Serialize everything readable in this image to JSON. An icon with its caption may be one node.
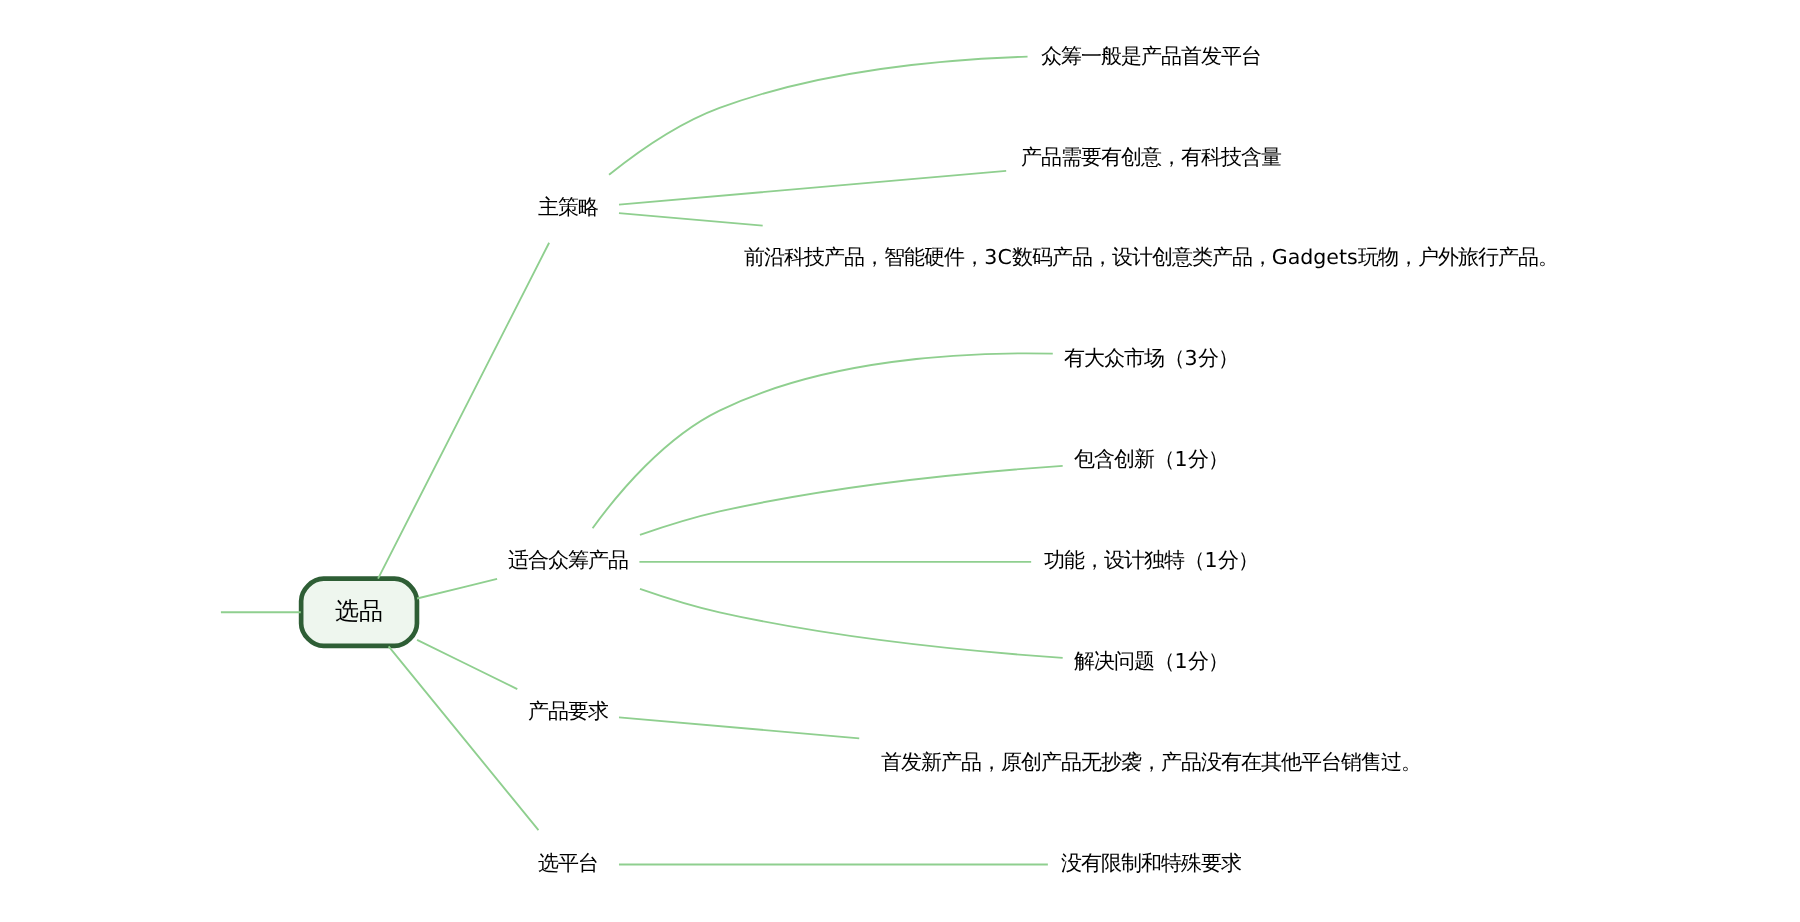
{
  "diagram": {
    "nodes": [
      {
        "text": [
          "选品"
        ]
      },
      {
        "text": [
          "主策略"
        ]
      },
      {
        "text": [
          "众筹一般是产品首发平台"
        ]
      },
      {
        "text": [
          "产品需要有创意，有科技含量"
        ]
      },
      {
        "text": [
          "前沿科技产品，智能硬件，3C数码产品，设计创意类产品，Gadgets玩物，户外旅行产品。"
        ]
      },
      {
        "text": [
          "适合众筹产品"
        ]
      },
      {
        "text": [
          "有大众市场（3分）"
        ]
      },
      {
        "text": [
          "包含创新（1分）"
        ]
      },
      {
        "text": [
          "功能，设计独特（1分）"
        ]
      },
      {
        "text": [
          "解决问题（1分）"
        ]
      },
      {
        "text": [
          "产品要求"
        ]
      },
      {
        "text": [
          "首发新产品，原创产品无抄袭，产品没有在其他平台销售过。"
        ]
      },
      {
        "text": [
          "选平台"
        ]
      },
      {
        "text": [
          "没有限制和特殊要求"
        ]
      }
    ],
    "edges": [
      {
        "from": null,
        "to": 0,
        "arrow": "none"
      },
      {
        "from": 0,
        "to": 1,
        "arrow": "none"
      },
      {
        "from": 1,
        "to": 2,
        "arrow": "none"
      },
      {
        "from": 1,
        "to": 3,
        "arrow": "none"
      },
      {
        "from": 1,
        "to": 4,
        "arrow": "none"
      },
      {
        "from": 0,
        "to": 5,
        "arrow": "none"
      },
      {
        "from": 5,
        "to": 6,
        "arrow": "none"
      },
      {
        "from": 5,
        "to": 7,
        "arrow": "none"
      },
      {
        "from": 5,
        "to": 8,
        "arrow": "none"
      },
      {
        "from": 5,
        "to": 9,
        "arrow": "none"
      },
      {
        "from": 0,
        "to": 10,
        "arrow": "none"
      },
      {
        "from": 10,
        "to": 11,
        "arrow": "none"
      },
      {
        "from": 0,
        "to": 12,
        "arrow": "none"
      },
      {
        "from": 12,
        "to": 13,
        "arrow": "none"
      }
    ]
  }
}
